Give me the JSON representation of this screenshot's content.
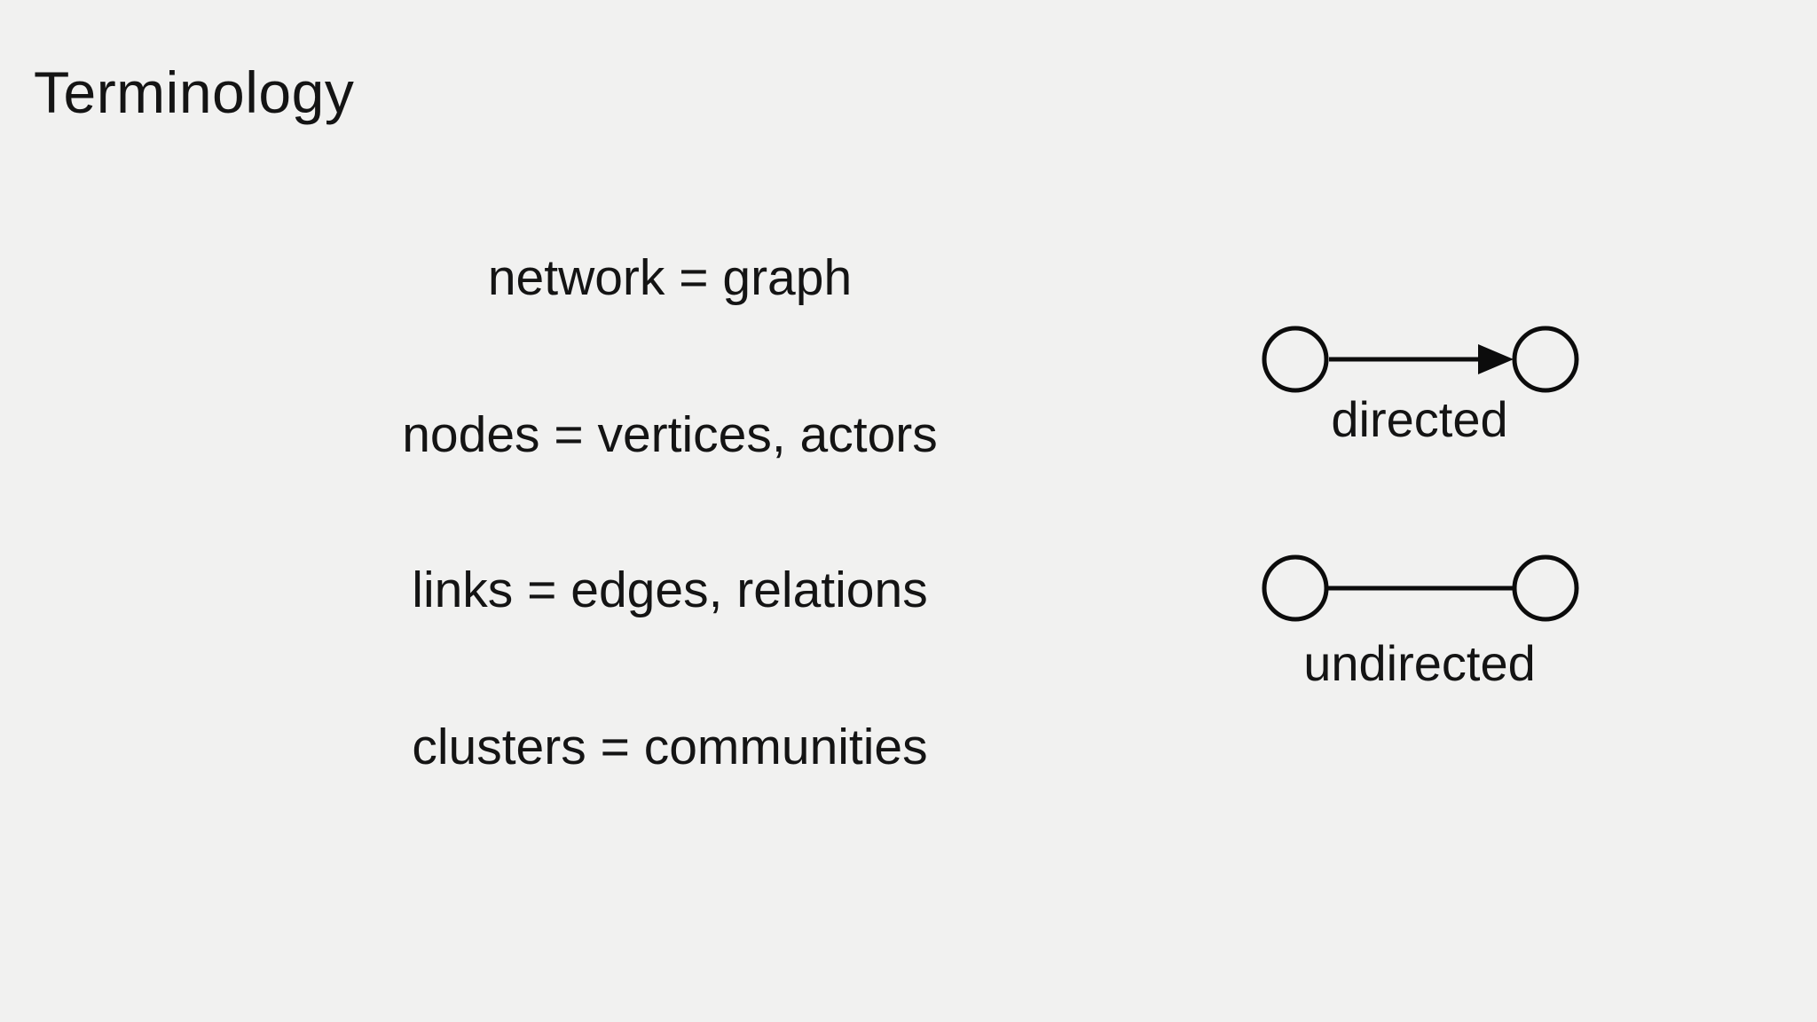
{
  "slide": {
    "title": "Terminology",
    "terms": [
      {
        "label": "network = graph"
      },
      {
        "label": "nodes = vertices, actors"
      },
      {
        "label": "links = edges, relations"
      },
      {
        "label": "clusters = communities"
      }
    ],
    "diagrams": [
      {
        "caption": "directed",
        "icon": "two-nodes-arrow-edge-icon",
        "edge_style": "arrow"
      },
      {
        "caption": "undirected",
        "icon": "two-nodes-plain-edge-icon",
        "edge_style": "line"
      }
    ],
    "colors": {
      "background": "#f1f1f0",
      "text": "#141414",
      "shape_stroke": "#0c0c0c"
    }
  }
}
